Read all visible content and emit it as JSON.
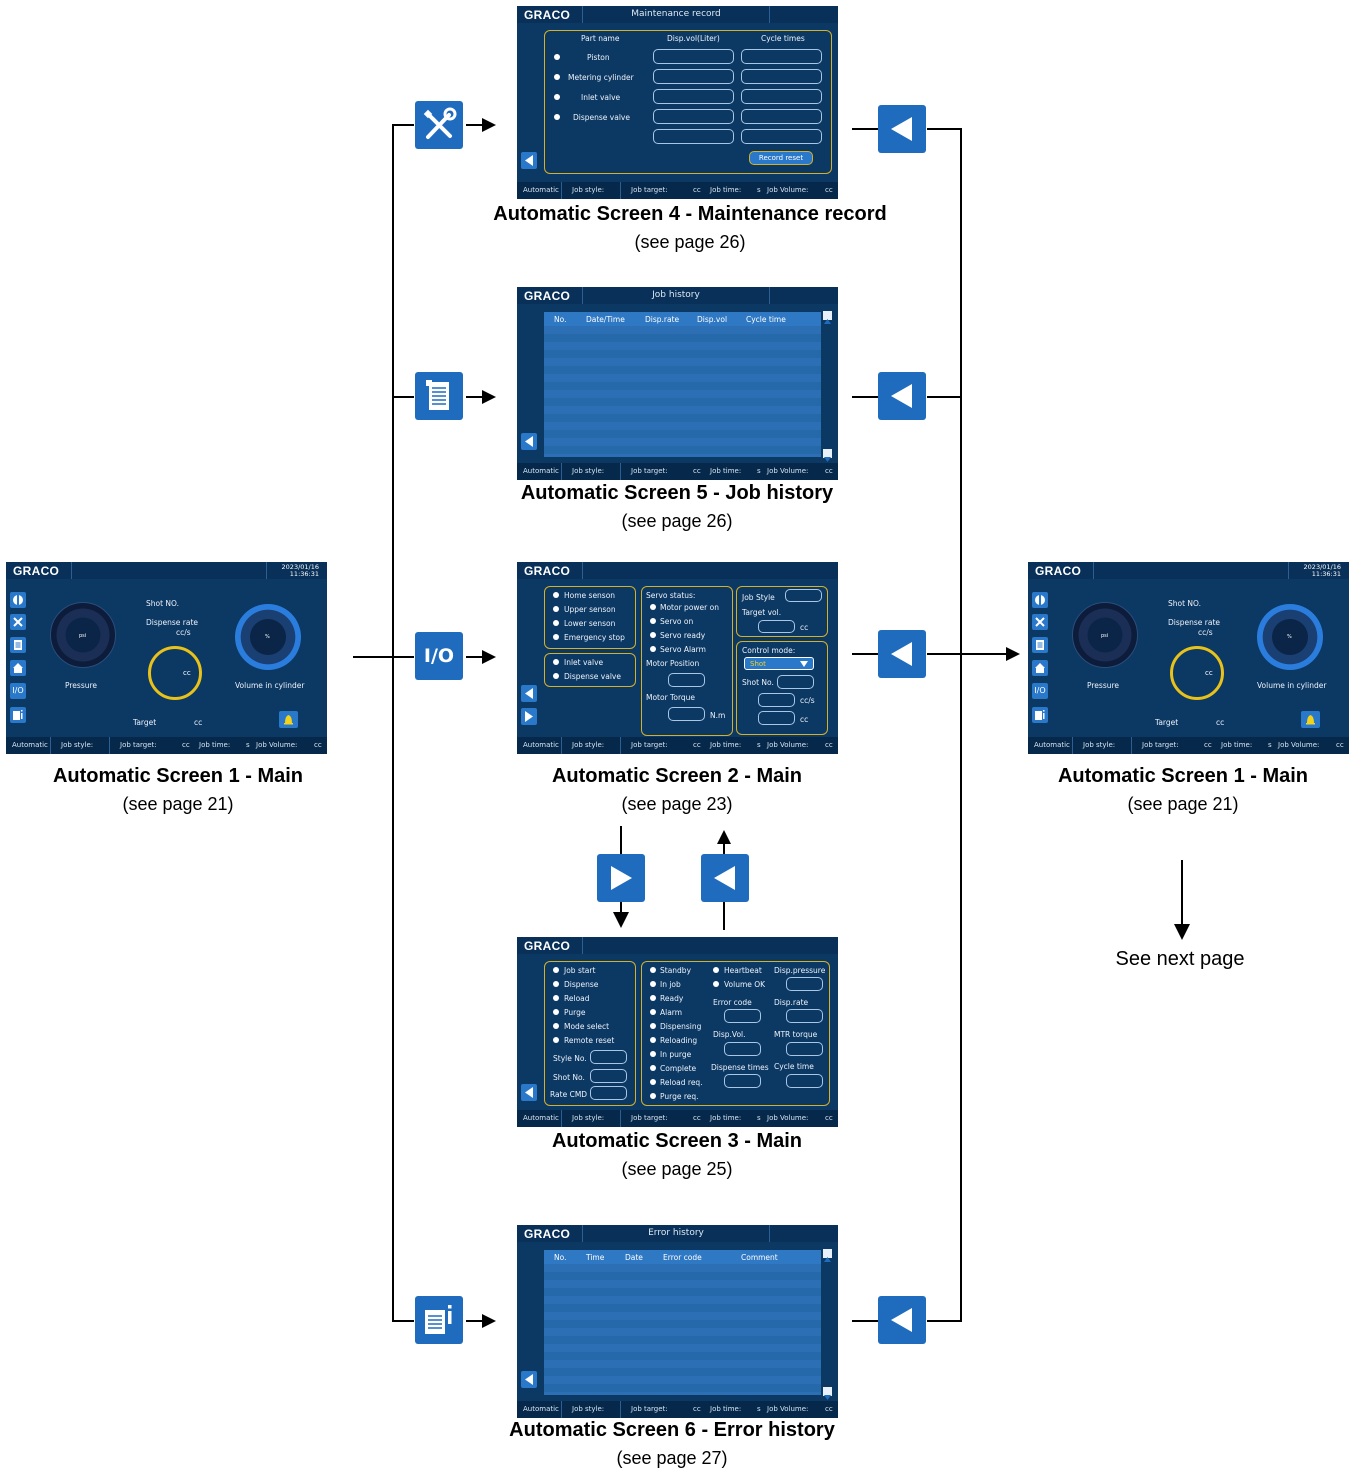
{
  "common": {
    "logo": "GRACO",
    "date": "2023/01/16",
    "time": "11:36:31",
    "footer": {
      "mode": "Automatic",
      "job_style": "Job style:",
      "job_target": "Job target:",
      "cc": "cc",
      "job_time": "Job time:",
      "s": "s",
      "job_volume": "Job Volume:"
    }
  },
  "main_screen": {
    "shot_no": "Shot NO.",
    "dispense_rate": "Dispense rate",
    "rate_unit": "cc/s",
    "pressure": "Pressure",
    "volume_in_cylinder": "Volume in cylinder",
    "ring_unit": "cc",
    "target": "Target",
    "target_unit": "cc",
    "psi": "psi",
    "percent": "%",
    "io": "I/O"
  },
  "screen4": {
    "title": "Maintenance record",
    "headers": [
      "Part name",
      "Disp.vol(Liter)",
      "Cycle times"
    ],
    "parts": [
      "Piston",
      "Metering cylinder",
      "Inlet valve",
      "Dispense valve"
    ],
    "reset": "Record reset"
  },
  "screen5": {
    "title": "Job history",
    "headers": [
      "No.",
      "Date/Time",
      "Disp.rate",
      "Disp.vol",
      "Cycle time"
    ]
  },
  "screen2": {
    "sensors": [
      "Home senson",
      "Upper senson",
      "Lower senson",
      "Emergency stop"
    ],
    "valves": [
      "Inlet valve",
      "Dispense valve"
    ],
    "servo_status": "Servo status:",
    "servo": [
      "Motor power on",
      "Servo on",
      "Servo ready",
      "Servo Alarm"
    ],
    "motor_position": "Motor Position",
    "motor_torque": "Motor Torque",
    "nm": "N.m",
    "job_style": "Job Style",
    "target_vol": "Target vol.",
    "cc": "cc",
    "control_mode": "Control mode:",
    "shot": "Shot",
    "shot_no": "Shot No.",
    "ccs": "cc/s"
  },
  "screen3": {
    "inputs": [
      "Job start",
      "Dispense",
      "Reload",
      "Purge",
      "Mode select",
      "Remote reset"
    ],
    "style_no": "Style No.",
    "shot_no": "Shot No.",
    "rate_cmd": "Rate CMD",
    "status": [
      "Standby",
      "In job",
      "Ready",
      "Alarm",
      "Dispensing",
      "Reloading",
      "In purge",
      "Complete",
      "Reload req.",
      "Purge req."
    ],
    "heartbeat": "Heartbeat",
    "volume_ok": "Volume OK",
    "error_code": "Error code",
    "disp_vol": "Disp.Vol.",
    "dispense_times": "Dispense  times",
    "disp_pressure": "Disp.pressure",
    "disp_rate": "Disp.rate",
    "mtr_torque": "MTR torque",
    "cycle_time": "Cycle time"
  },
  "screen6": {
    "title": "Error history",
    "headers": [
      "No.",
      "Time",
      "Date",
      "Error code",
      "Comment"
    ]
  },
  "captions": {
    "s4": {
      "name": "Automatic Screen 4 - Maintenance record",
      "page": "(see page 26)"
    },
    "s5": {
      "name": "Automatic Screen 5 - Job history",
      "page": "(see page 26)"
    },
    "s1_left": {
      "name": "Automatic Screen 1 - Main",
      "page": "(see page 21)"
    },
    "s2": {
      "name": "Automatic Screen 2 - Main",
      "page": "(see page 23)"
    },
    "s1_right": {
      "name": "Automatic Screen 1 - Main",
      "page": "(see page 21)"
    },
    "s3": {
      "name": "Automatic Screen 3 - Main",
      "page": "(see page 25)"
    },
    "s6": {
      "name": "Automatic Screen 6 - Error history",
      "page": "(see page 27)"
    },
    "next": "See next page"
  },
  "icons": {
    "maintenance": "wrench-screwdriver-icon",
    "job_history": "document-list-icon",
    "io_label": "I/O",
    "error_history": "document-info-icon",
    "back": "back-triangle-icon",
    "forward": "forward-triangle-icon"
  },
  "colors": {
    "screen_bg": "#0c3864",
    "accent_blue": "#1f6cbf",
    "panel_border": "#d4b12a",
    "table_row": "#2d6fb4"
  }
}
